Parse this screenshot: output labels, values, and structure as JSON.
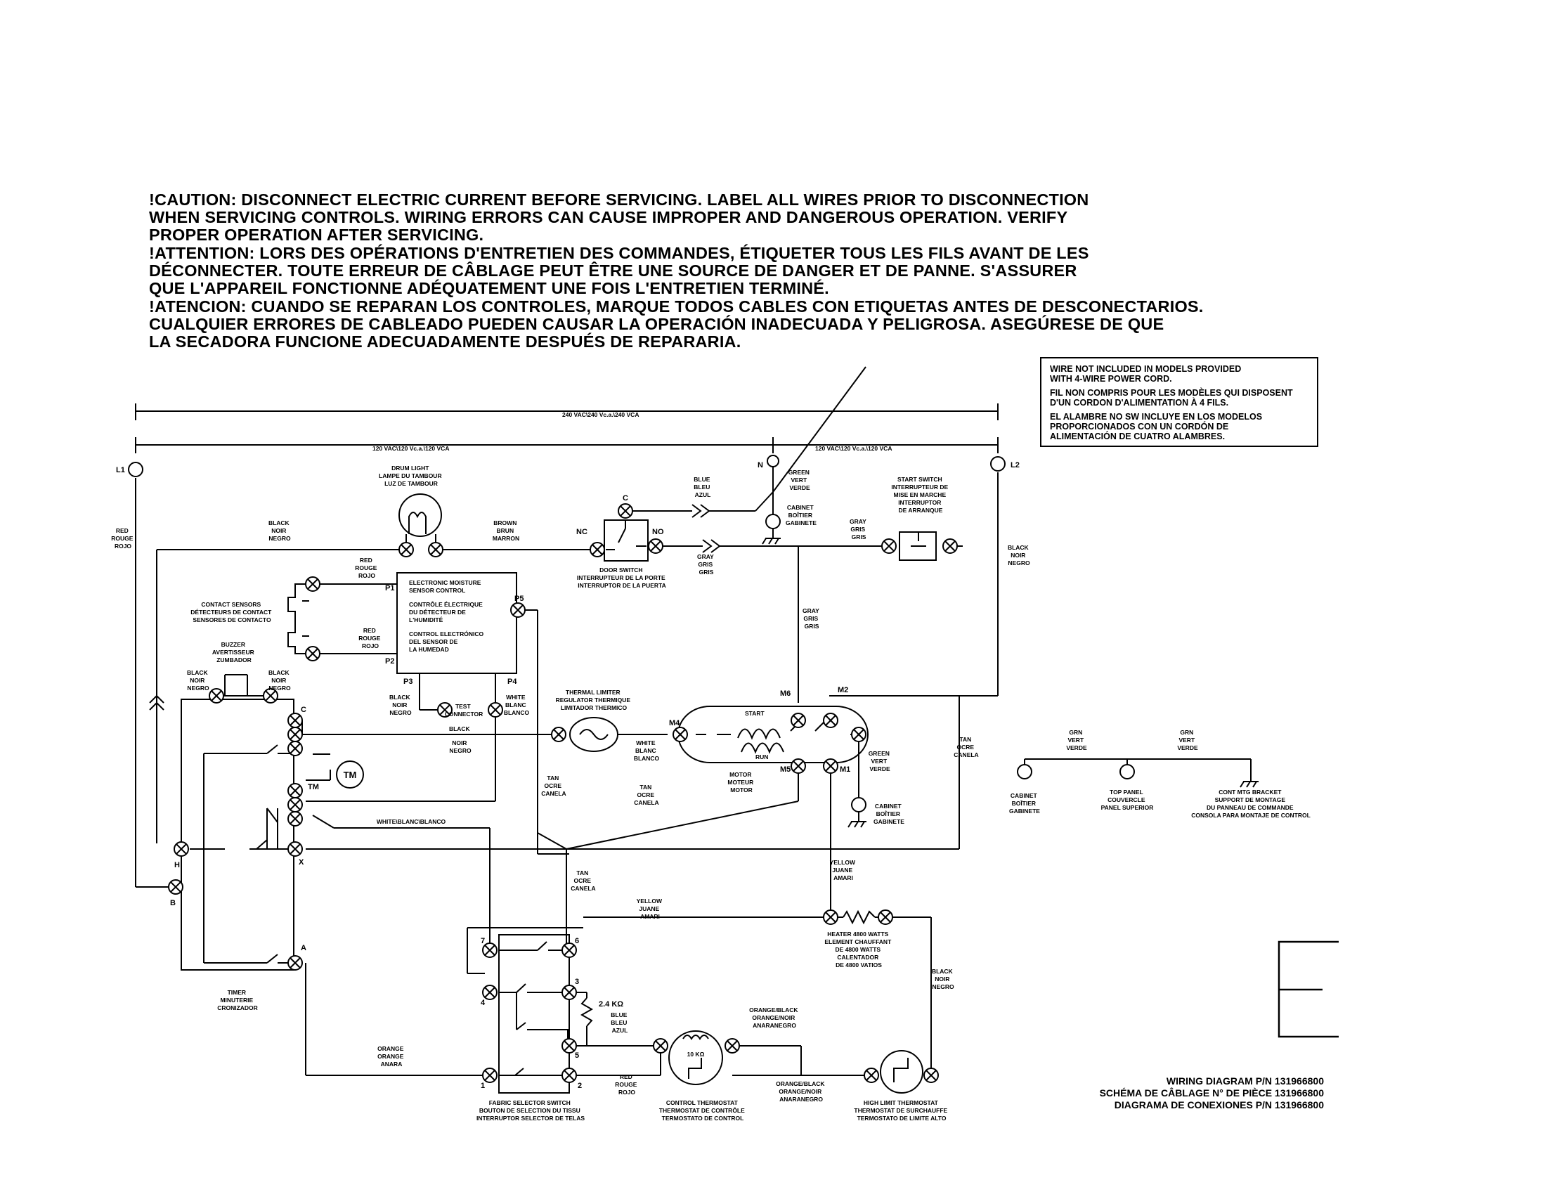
{
  "caution": {
    "en": "!CAUTION: DISCONNECT ELECTRIC CURRENT BEFORE SERVICING. LABEL ALL WIRES PRIOR TO DISCONNECTION\nWHEN SERVICING CONTROLS. WIRING ERRORS CAN CAUSE IMPROPER AND DANGEROUS OPERATION. VERIFY\nPROPER OPERATION AFTER SERVICING.",
    "fr": "!ATTENTION: LORS DES OPÉRATIONS D'ENTRETIEN DES COMMANDES, ÉTIQUETER TOUS LES FILS AVANT DE LES\nDÉCONNECTER. TOUTE ERREUR DE CÂBLAGE PEUT ÊTRE UNE SOURCE DE DANGER ET DE PANNE. S'ASSURER\nQUE L'APPAREIL FONCTIONNE ADÉQUATEMENT UNE FOIS L'ENTRETIEN TERMINÉ.",
    "es": "!ATENCION: CUANDO SE REPARAN LOS CONTROLES, MARQUE TODOS CABLES CON ETIQUETAS ANTES DE DESCONECTARIOS.\nCUALQUIER ERRORES DE CABLEADO PUEDEN CAUSAR LA OPERACIÓN INADECUADA Y PELIGROSA. ASEGÚRESE DE QUE\nLA SECADORA FUNCIONE ADECUADAMENTE DESPUÉS DE REPARARIA."
  },
  "note": {
    "en": "WIRE NOT INCLUDED IN MODELS PROVIDED\nWITH 4-WIRE POWER CORD.",
    "fr": "FIL NON COMPRIS POUR LES MODÈLES QUI DISPOSENT\nD'UN CORDON D'ALIMENTATION À 4 FILS.",
    "es": "EL ALAMBRE NO SW INCLUYE EN LOS MODELOS\nPROPORCIONADOS CON UN CORDÓN DE\nALIMENTACIÓN DE CUATRO ALAMBRES."
  },
  "part_number": {
    "en": "WIRING DIAGRAM P/N 131966800",
    "fr": "SCHÉMA DE CÂBLAGE N° DE PIÈCE 131966800",
    "es": "DIAGRAMA DE CONEXIONES P/N 131966800"
  },
  "page_letter": "E",
  "voltage": {
    "v240": "240 VAC\\240 Vc.a.\\240 VCA",
    "v120_left": "120 VAC\\120 Vc.a.\\120 VCA",
    "v120_right": "120 VAC\\120 Vc.a.\\120 VCA"
  },
  "terminals": {
    "L1": "L1",
    "L2": "L2",
    "N": "N",
    "C_door": "C",
    "NC": "NC",
    "NO": "NO",
    "P1": "P1",
    "P2": "P2",
    "P3": "P3",
    "P4": "P4",
    "P5": "P5",
    "M4": "M4",
    "M5": "M5",
    "M6": "M6",
    "M1": "M1",
    "M2": "M2",
    "C": "C",
    "TM": "TM",
    "X": "X",
    "H": "H",
    "B": "B",
    "A": "A",
    "TM_motor": "TM",
    "s1": "1",
    "s2": "2",
    "s3": "3",
    "s4": "4",
    "s5": "5",
    "s6": "6",
    "s7": "7",
    "start": "START",
    "run": "RUN"
  },
  "components": {
    "drum_light": [
      "DRUM LIGHT",
      "LAMPE DU TAMBOUR",
      "LUZ DE TAMBOUR"
    ],
    "door_switch": [
      "DOOR SWITCH",
      "INTERRUPTEUR DE LA PORTE",
      "INTERRUPTOR DE LA PUERTA"
    ],
    "start_switch": [
      "START SWITCH",
      "INTERRUPTEUR DE",
      "MISE EN MARCHE",
      "INTERRUPTOR",
      "DE ARRANQUE"
    ],
    "sensor_control": [
      "ELECTRONIC MOISTURE",
      "SENSOR CONTROL",
      "CONTRÔLE ÉLECTRIQUE",
      "DU DÉTECTEUR DE",
      "L'HUMIDITÉ",
      "CONTROL ELECTRÓNICO",
      "DEL SENSOR DE",
      "LA HUMEDAD"
    ],
    "contact_sensors": [
      "CONTACT SENSORS",
      "DÉTECTEURS DE CONTACT",
      "SENSORES DE CONTACTO"
    ],
    "buzzer": [
      "BUZZER",
      "AVERTISSEUR",
      "ZUMBADOR"
    ],
    "test_connector": [
      "TEST",
      "CONNECTOR"
    ],
    "thermal_limiter": [
      "THERMAL LIMITER",
      "REGULATOR THERMIQUE",
      "LIMITADOR THERMICO"
    ],
    "motor": [
      "MOTOR",
      "MOTEUR",
      "MOTOR"
    ],
    "timer": [
      "TIMER",
      "MINUTERIE",
      "CRONIZADOR"
    ],
    "heater": [
      "HEATER 4800 WATTS",
      "ELEMENT CHAUFFANT",
      "DE 4800 WATTS",
      "CALENTADOR",
      "DE 4800 VATIOS"
    ],
    "fabric_switch": [
      "FABRIC SELECTOR SWITCH",
      "BOUTON DE SELECTION DU TISSU",
      "INTERRUPTOR SELECTOR DE TELAS"
    ],
    "control_thermostat": [
      "CONTROL THERMOSTAT",
      "THERMOSTAT DE CONTRÔLE",
      "TERMOSTATO DE CONTROL"
    ],
    "high_limit": [
      "HIGH LIMIT THERMOSTAT",
      "THERMOSTAT DE SURCHAUFFE",
      "TERMOSTATO DE LIMITE ALTO"
    ],
    "cabinet": [
      "CABINET",
      "BOÎTIER",
      "GABINETE"
    ],
    "top_panel": [
      "TOP PANEL",
      "COUVERCLE",
      "PANEL SUPERIOR"
    ],
    "cont_bracket": [
      "CONT MTG BRACKET",
      "SUPPORT DE MONTAGE",
      "DU PANNEAU DE COMMANDE",
      "CONSOLA PARA MONTAJE DE CONTROL"
    ],
    "r24k": "2.4 KΩ",
    "r10k": "10 KΩ"
  },
  "wires": {
    "red": [
      "RED",
      "ROUGE",
      "ROJO"
    ],
    "black": [
      "BLACK",
      "NOIR",
      "NEGRO"
    ],
    "brown": [
      "BROWN",
      "BRUN",
      "MARRON"
    ],
    "blue": [
      "BLUE",
      "BLEU",
      "AZUL"
    ],
    "green": [
      "GREEN",
      "VERT",
      "VERDE"
    ],
    "grn": [
      "GRN",
      "VERT",
      "VERDE"
    ],
    "gray": [
      "GRAY",
      "GRIS",
      "GRIS"
    ],
    "white": [
      "WHITE",
      "BLANC",
      "BLANCO"
    ],
    "tan": [
      "TAN",
      "OCRE",
      "CANELA"
    ],
    "yellow": [
      "YELLOW",
      "JUANE",
      "AMARI"
    ],
    "orange": [
      "ORANGE",
      "ORANGE",
      "ANARA"
    ],
    "orangeblack": [
      "ORANGE/BLACK",
      "ORANGE/NOIR",
      "ANARANEGRO"
    ],
    "white_inline": "WHITE\\BLANC\\BLANCO"
  }
}
